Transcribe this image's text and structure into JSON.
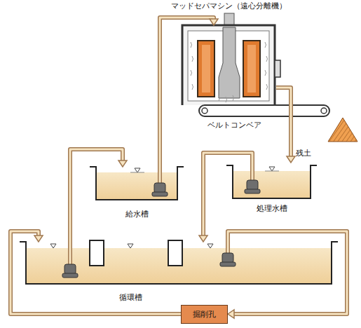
{
  "diagram": {
    "nodes": [
      {
        "text": [
          "マッドセパマシン（遠心分離機）"
        ]
      },
      {
        "text": [
          "給水槽"
        ]
      },
      {
        "text": [
          "処理水槽"
        ]
      },
      {
        "text": [
          "循環槽"
        ]
      },
      {
        "text": [
          "掘削孔"
        ]
      }
    ],
    "edges": [
      {
        "from": 1,
        "to": 0,
        "arrow": "to"
      },
      {
        "from": 0,
        "to": 2,
        "arrow": "to"
      },
      {
        "from": 2,
        "to": 3,
        "arrow": "to"
      },
      {
        "from": 3,
        "to": 1,
        "arrow": "to"
      },
      {
        "from": 3,
        "to": 4,
        "arrow": "to"
      },
      {
        "from": 4,
        "to": 3,
        "arrow": "to"
      }
    ],
    "labels": [
      "ベルトコンベア",
      "残土"
    ]
  }
}
